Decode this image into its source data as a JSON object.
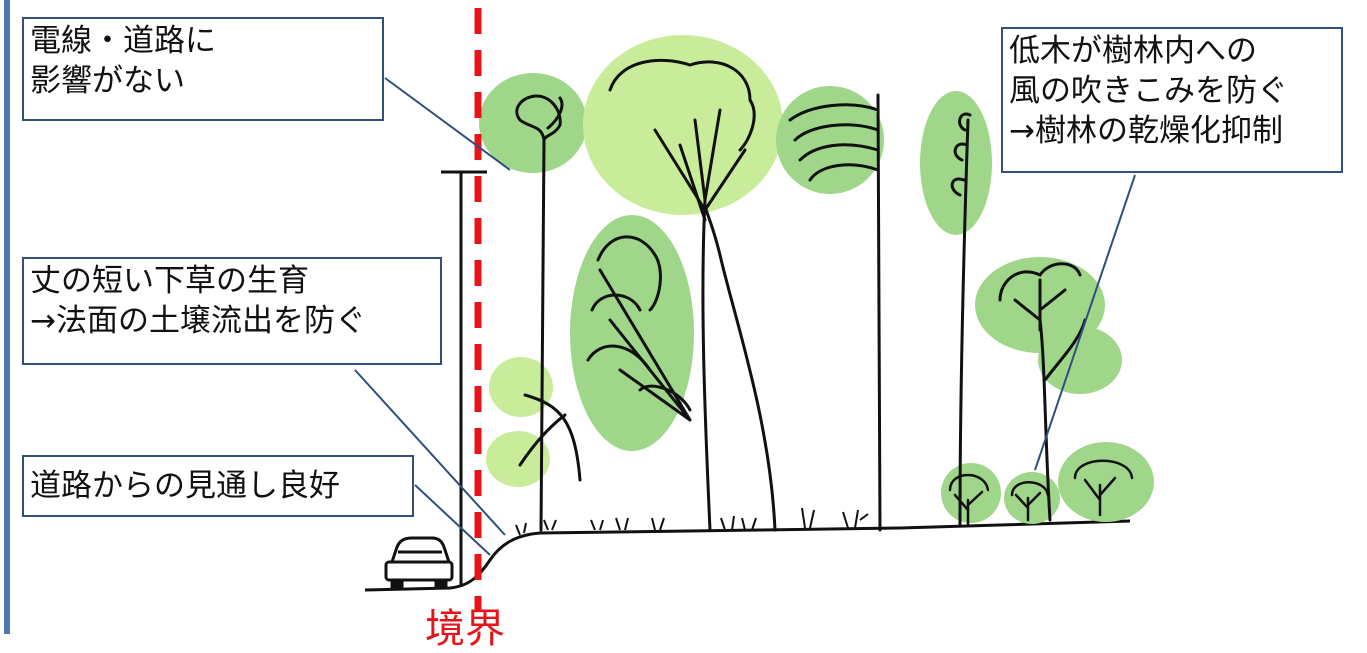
{
  "callouts": {
    "wires": [
      "電線・道路に",
      "影響がない"
    ],
    "shrubs": [
      "低木が樹林内への",
      "風の吹きこみを防ぐ",
      "→樹林の乾燥化抑制"
    ],
    "grass": [
      "丈の短い下草の生育",
      "→法面の土壌流出を防ぐ"
    ],
    "visibility": [
      "道路からの見通し良好"
    ]
  },
  "boundary_label": "境界",
  "colors": {
    "boundary_line": "#e8141a",
    "callout_border": "#2f4f7f",
    "canopy_fill": "#9fd68a",
    "canopy_light": "#c8ec9a",
    "accent_bar": "#4a7ab5"
  },
  "icons": [
    "car-icon",
    "utility-pole-icon",
    "tree-icon",
    "grass-icon"
  ]
}
